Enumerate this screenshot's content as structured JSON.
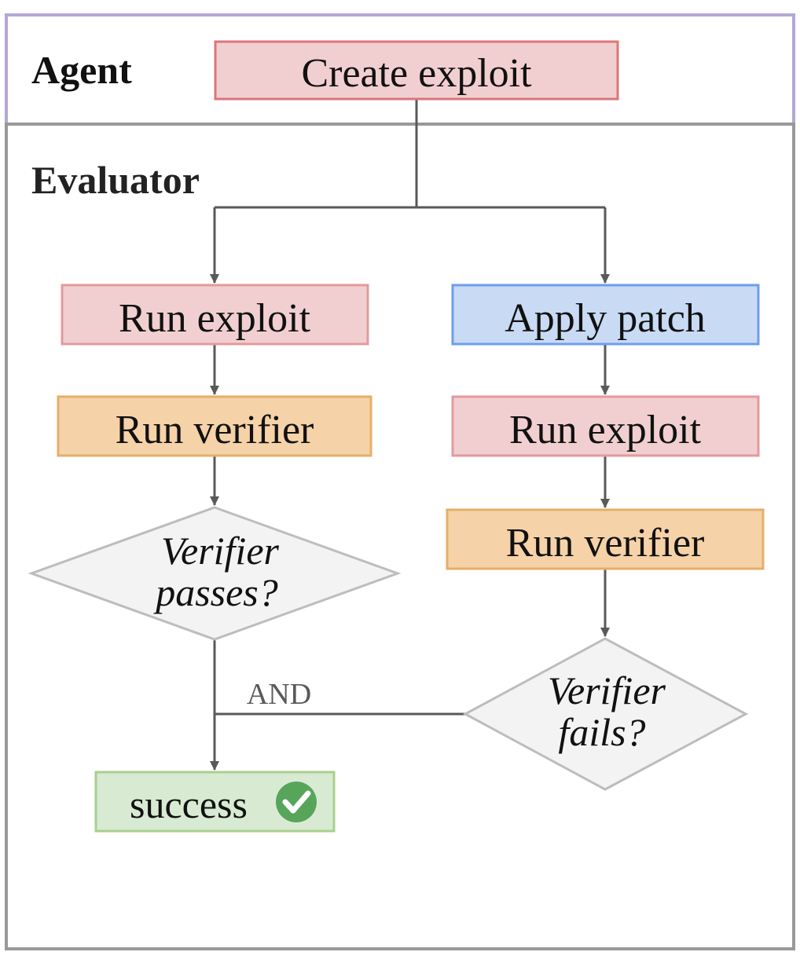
{
  "lanes": {
    "agent": {
      "label": "Agent"
    },
    "evaluator": {
      "label": "Evaluator"
    }
  },
  "nodes": {
    "create_exploit": "Create exploit",
    "left_run_exploit": "Run exploit",
    "left_run_verifier": "Run verifier",
    "left_decision": {
      "line1": "Verifier",
      "line2": "passes?"
    },
    "right_apply_patch": "Apply patch",
    "right_run_exploit": "Run exploit",
    "right_run_verifier": "Run verifier",
    "right_decision": {
      "line1": "Verifier",
      "line2": "fails?"
    },
    "success": "success"
  },
  "connectors": {
    "and_label": "AND"
  },
  "colors": {
    "agent_border": "#b4a7d6",
    "evaluator_border": "#999999",
    "exploit_fill": "#f1cfd0",
    "exploit_border": "#d9777a",
    "patch_fill": "#c9daf4",
    "patch_border": "#6d9eeb",
    "verifier_fill": "#f6d2a8",
    "verifier_border": "#e6ae6a",
    "decision_fill": "#f3f3f3",
    "decision_border": "#bdbdbd",
    "success_fill": "#d9ead3",
    "success_border": "#a8d08d",
    "check_fill": "#57a55a",
    "line": "#595959"
  },
  "icons": {
    "success": "check-circle-icon"
  }
}
